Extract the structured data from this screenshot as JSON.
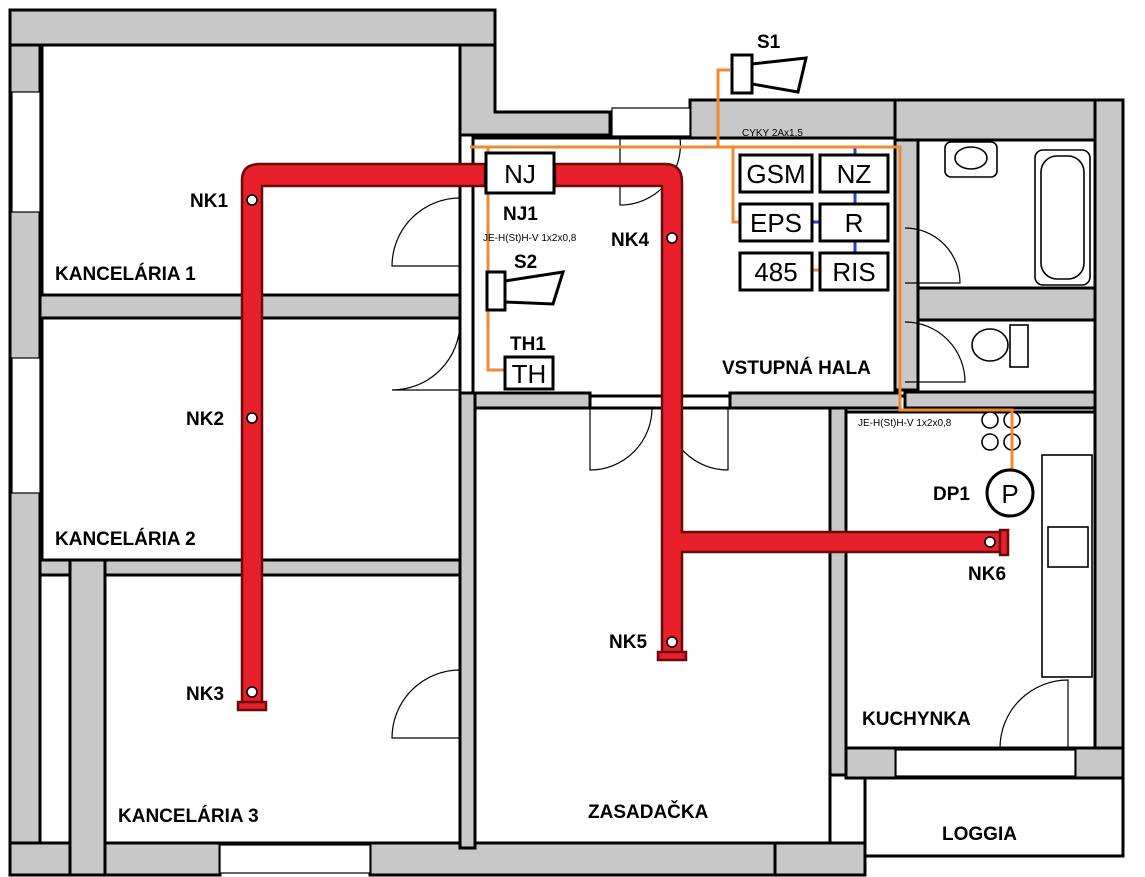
{
  "rooms": {
    "kancelaria1": "KANCELÁRIA 1",
    "kancelaria2": "KANCELÁRIA 2",
    "kancelaria3": "KANCELÁRIA 3",
    "vstupna_hala": "VSTUPNÁ HALA",
    "zasadacka": "ZASADAČKA",
    "kuchynka": "KUCHYNKA",
    "loggia": "LOGGIA"
  },
  "nozzles": {
    "nk1": "NK1",
    "nk2": "NK2",
    "nk3": "NK3",
    "nk4": "NK4",
    "nk5": "NK5",
    "nk6": "NK6"
  },
  "devices": {
    "s1": "S1",
    "s2": "S2",
    "nj1": "NJ1",
    "th1": "TH1",
    "dp1": "DP1"
  },
  "boxes": {
    "nj": "NJ",
    "th": "TH",
    "gsm": "GSM",
    "nz": "NZ",
    "eps": "EPS",
    "r": "R",
    "n485": "485",
    "ris": "RIS",
    "p": "P"
  },
  "cables": {
    "cyky": "CYKY 2Ax1,5",
    "je_left": "JE-H(St)H-V 1x2x0,8",
    "je_right": "JE-H(St)H-V 1x2x0,8"
  },
  "colors": {
    "duct": "#e8202a",
    "cable_orange": "#f08a30",
    "cable_blue": "#2b3fd1",
    "wall": "#c8c8c8"
  }
}
